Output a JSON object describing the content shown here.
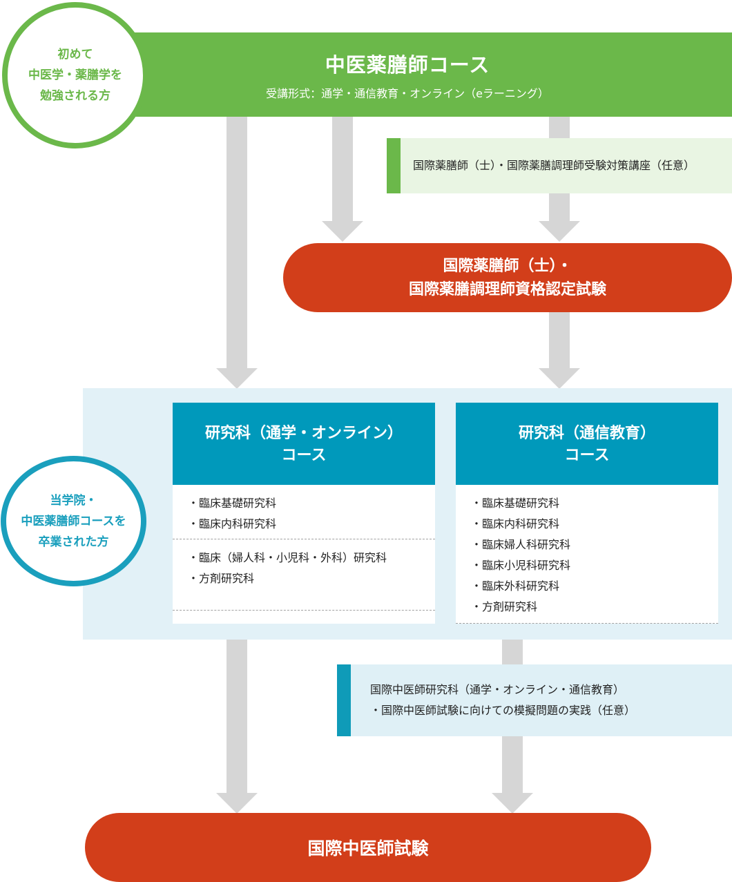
{
  "top": {
    "title": "中医薬膳師コース",
    "subtitle": "受講形式：通学・通信教育・オンライン（eラーニング）"
  },
  "beginner_circle": {
    "lines": [
      "初めて",
      "中医学・薬膳学を",
      "勉強される方"
    ]
  },
  "graduate_circle": {
    "lines": [
      "当学院・",
      "中医薬膳師コースを",
      "卒業された方"
    ]
  },
  "optional_prep_note": {
    "text": "国際薬膳師（士）・国際薬膳調理師受験対策講座（任意）"
  },
  "mid_exam": {
    "lines": [
      "国際薬膳師（士）・",
      "国際薬膳調理師資格認定試験"
    ]
  },
  "course_left": {
    "title_lines": [
      "研究科（通学・オンライン）",
      "コース"
    ],
    "group1": [
      "・臨床基礎研究科",
      "・臨床内科研究科"
    ],
    "group2": [
      "・臨床（婦人科・小児科・外科）研究科",
      "・方剤研究科"
    ]
  },
  "course_right": {
    "title_lines": [
      "研究科（通信教育）",
      "コース"
    ],
    "items": [
      "・臨床基礎研究科",
      "・臨床内科研究科",
      "・臨床婦人科研究科",
      "・臨床小児科研究科",
      "・臨床外科研究科",
      "・方剤研究科"
    ]
  },
  "tcm_note": {
    "lines": [
      "国際中医師研究科（通学・オンライン・通信教育）",
      "・国際中医師試験に向けての模擬問題の実践（任意）"
    ]
  },
  "final_exam": {
    "title": "国際中医師試験"
  },
  "colors": {
    "green": "#6bb84a",
    "blue": "#0099bb",
    "red": "#d23e1a",
    "arrow_gray": "#d6d6d6"
  }
}
